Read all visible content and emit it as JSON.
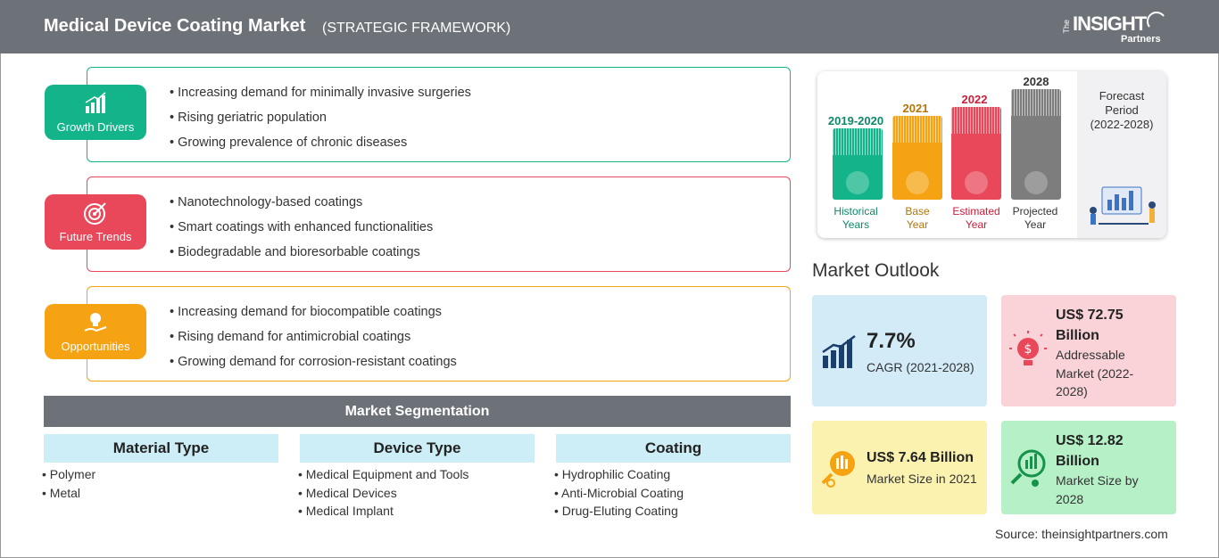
{
  "header": {
    "title": "Medical Device Coating Market",
    "subtitle": "(STRATEGIC FRAMEWORK)",
    "logo_the": "The",
    "logo_insight": "INSIGHT",
    "logo_partners": "Partners"
  },
  "framework": [
    {
      "label": "Growth Drivers",
      "icon": "bar-chart-up-icon",
      "color": "#14b48a",
      "items": [
        "Increasing demand for minimally invasive surgeries",
        "Rising geriatric population",
        "Growing prevalence of chronic diseases"
      ]
    },
    {
      "label": "Future Trends",
      "icon": "target-icon",
      "color": "#e8485a",
      "items": [
        "Nanotechnology-based coatings",
        "Smart coatings with enhanced functionalities",
        "Biodegradable and bioresorbable coatings"
      ]
    },
    {
      "label": "Opportunities",
      "icon": "lightbulb-hand-icon",
      "color": "#f5a312",
      "items": [
        "Increasing demand for biocompatible coatings",
        "Rising demand for antimicrobial coatings",
        "Growing demand for corrosion-resistant coatings"
      ]
    }
  ],
  "segmentation": {
    "title": "Market Segmentation",
    "columns": [
      {
        "heading": "Material Type",
        "items": [
          "Polymer",
          "Metal"
        ]
      },
      {
        "heading": "Device Type",
        "items": [
          "Medical Equipment and Tools",
          "Medical Devices",
          "Medical Implant"
        ]
      },
      {
        "heading": "Coating",
        "items": [
          "Hydrophilic Coating",
          "Anti-Microbial Coating",
          "Drug-Eluting Coating"
        ]
      }
    ]
  },
  "timeline": {
    "bars": [
      {
        "year": "2019-2020",
        "caption_line1": "Historical",
        "caption_line2": "Years",
        "color": "#14b48a",
        "year_color": "#10876a"
      },
      {
        "year": "2021",
        "caption_line1": "Base",
        "caption_line2": "Year",
        "color": "#f5a312",
        "year_color": "#b3740a"
      },
      {
        "year": "2022",
        "caption_line1": "Estimated",
        "caption_line2": "Year",
        "color": "#e8485a",
        "year_color": "#c8203a"
      },
      {
        "year": "2028",
        "caption_line1": "Projected",
        "caption_line2": "Year",
        "color": "#7d7d7d",
        "year_color": "#333333"
      }
    ],
    "forecast_line1": "Forecast",
    "forecast_line2": "Period",
    "forecast_line3": "(2022-2028)"
  },
  "outlook": {
    "title": "Market Outlook",
    "cagr_value": "7.7%",
    "cagr_label": "CAGR (2021-2028)",
    "addressable_value_line1": "US$ 72.75",
    "addressable_value_line2": "Billion",
    "addressable_label_line1": "Addressable",
    "addressable_label_line2": "Market (2022-",
    "addressable_label_line3": "2028)",
    "size2021_value": "US$ 7.64 Billion",
    "size2021_label": "Market Size in 2021",
    "size2028_value_line1": "US$ 12.82",
    "size2028_value_line2": "Billion",
    "size2028_label_line1": "Market Size by",
    "size2028_label_line2": "2028"
  },
  "source": "Source: theinsightpartners.com"
}
